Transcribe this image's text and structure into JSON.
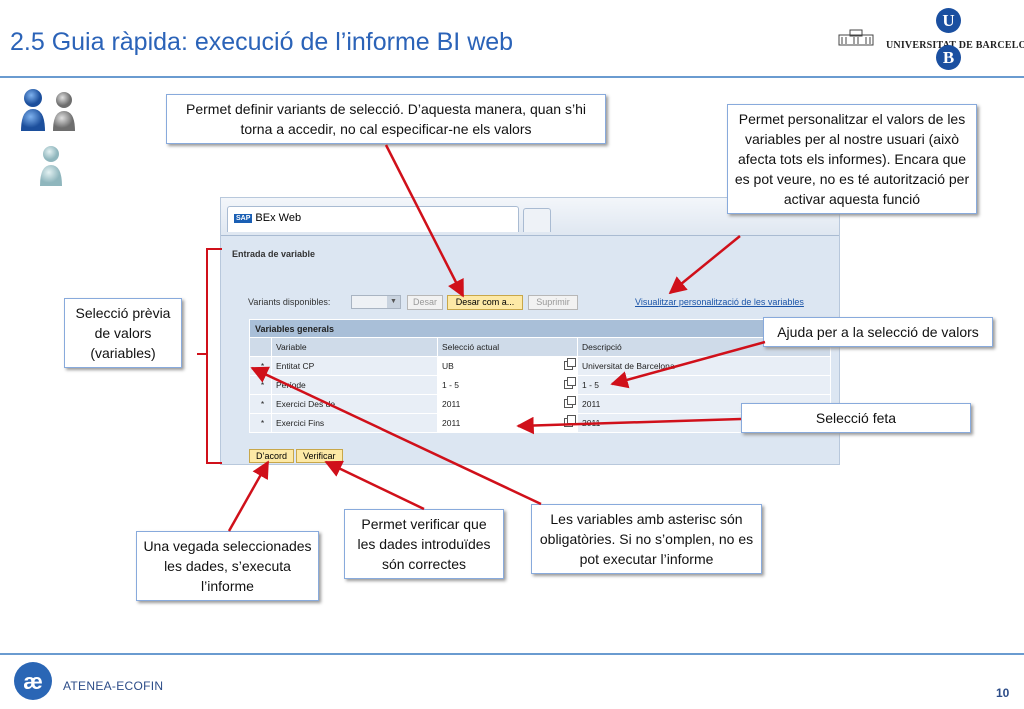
{
  "header": {
    "title": "2.5 Guia ràpida: execució de l’informe BI web",
    "university_logo_text": "UNIVERSITAT DE BARCELONA",
    "logo_letters": [
      "U",
      "B"
    ]
  },
  "bex": {
    "tab_label": "BEx Web",
    "sap_badge": "SAP",
    "section_title": "Entrada de variable",
    "variants_label": "Variants disponibles:",
    "buttons": {
      "desar": "Desar",
      "desar_com": "Desar com a...",
      "suprimir": "Suprimir"
    },
    "personalize_link": "Visualitzar personalització de les variables",
    "table": {
      "caption": "Variables generals",
      "columns": [
        "Variable",
        "Selecció actual",
        "Descripció"
      ],
      "rows": [
        {
          "required": "*",
          "variable": "Entitat CP",
          "selection": "UB",
          "description": "Universitat de Barcelona"
        },
        {
          "required": "*",
          "variable": "Període",
          "selection": "1 - 5",
          "description": "1 - 5"
        },
        {
          "required": "*",
          "variable": "Exercici Des de",
          "selection": "2011",
          "description": "2011"
        },
        {
          "required": "*",
          "variable": "Exercici Fins",
          "selection": "2011",
          "description": "2011"
        }
      ]
    },
    "bottom_buttons": {
      "ok": "D’acord",
      "verify": "Verificar"
    }
  },
  "callouts": {
    "variants": "Permet definir variants de selecció. D’aquesta manera, quan s’hi torna a accedir, no cal especificar-ne els valors",
    "personalize": "Permet personalitzar el valors de les variables per al nostre usuari (això afecta tots els informes). Encara que es pot veure, no es té autorització per activar aquesta funció",
    "preselection": "Selecció prèvia de valors (variables)",
    "help": "Ajuda per a la selecció de valors",
    "selection_done": "Selecció feta",
    "execute": "Una vegada seleccionades les dades, s’executa l’informe",
    "verify": "Permet verificar que les dades introduïdes són correctes",
    "required": "Les variables amb asterisc són obligatòries. Si no s’omplen, no es pot executar l’informe"
  },
  "footer": {
    "brand": "ATENEA-ECOFIN",
    "page_number": "10"
  },
  "colors": {
    "title_blue": "#2b63b8",
    "rule_blue": "#6a9bd0",
    "arrow_red": "#d0101a",
    "callout_border": "#88aadc",
    "button_yellow": "#fde9a6"
  },
  "icons": [
    "users-icon",
    "ub-building-icon",
    "atenea-logo-icon",
    "copy-icon",
    "dropdown-arrow-icon"
  ]
}
